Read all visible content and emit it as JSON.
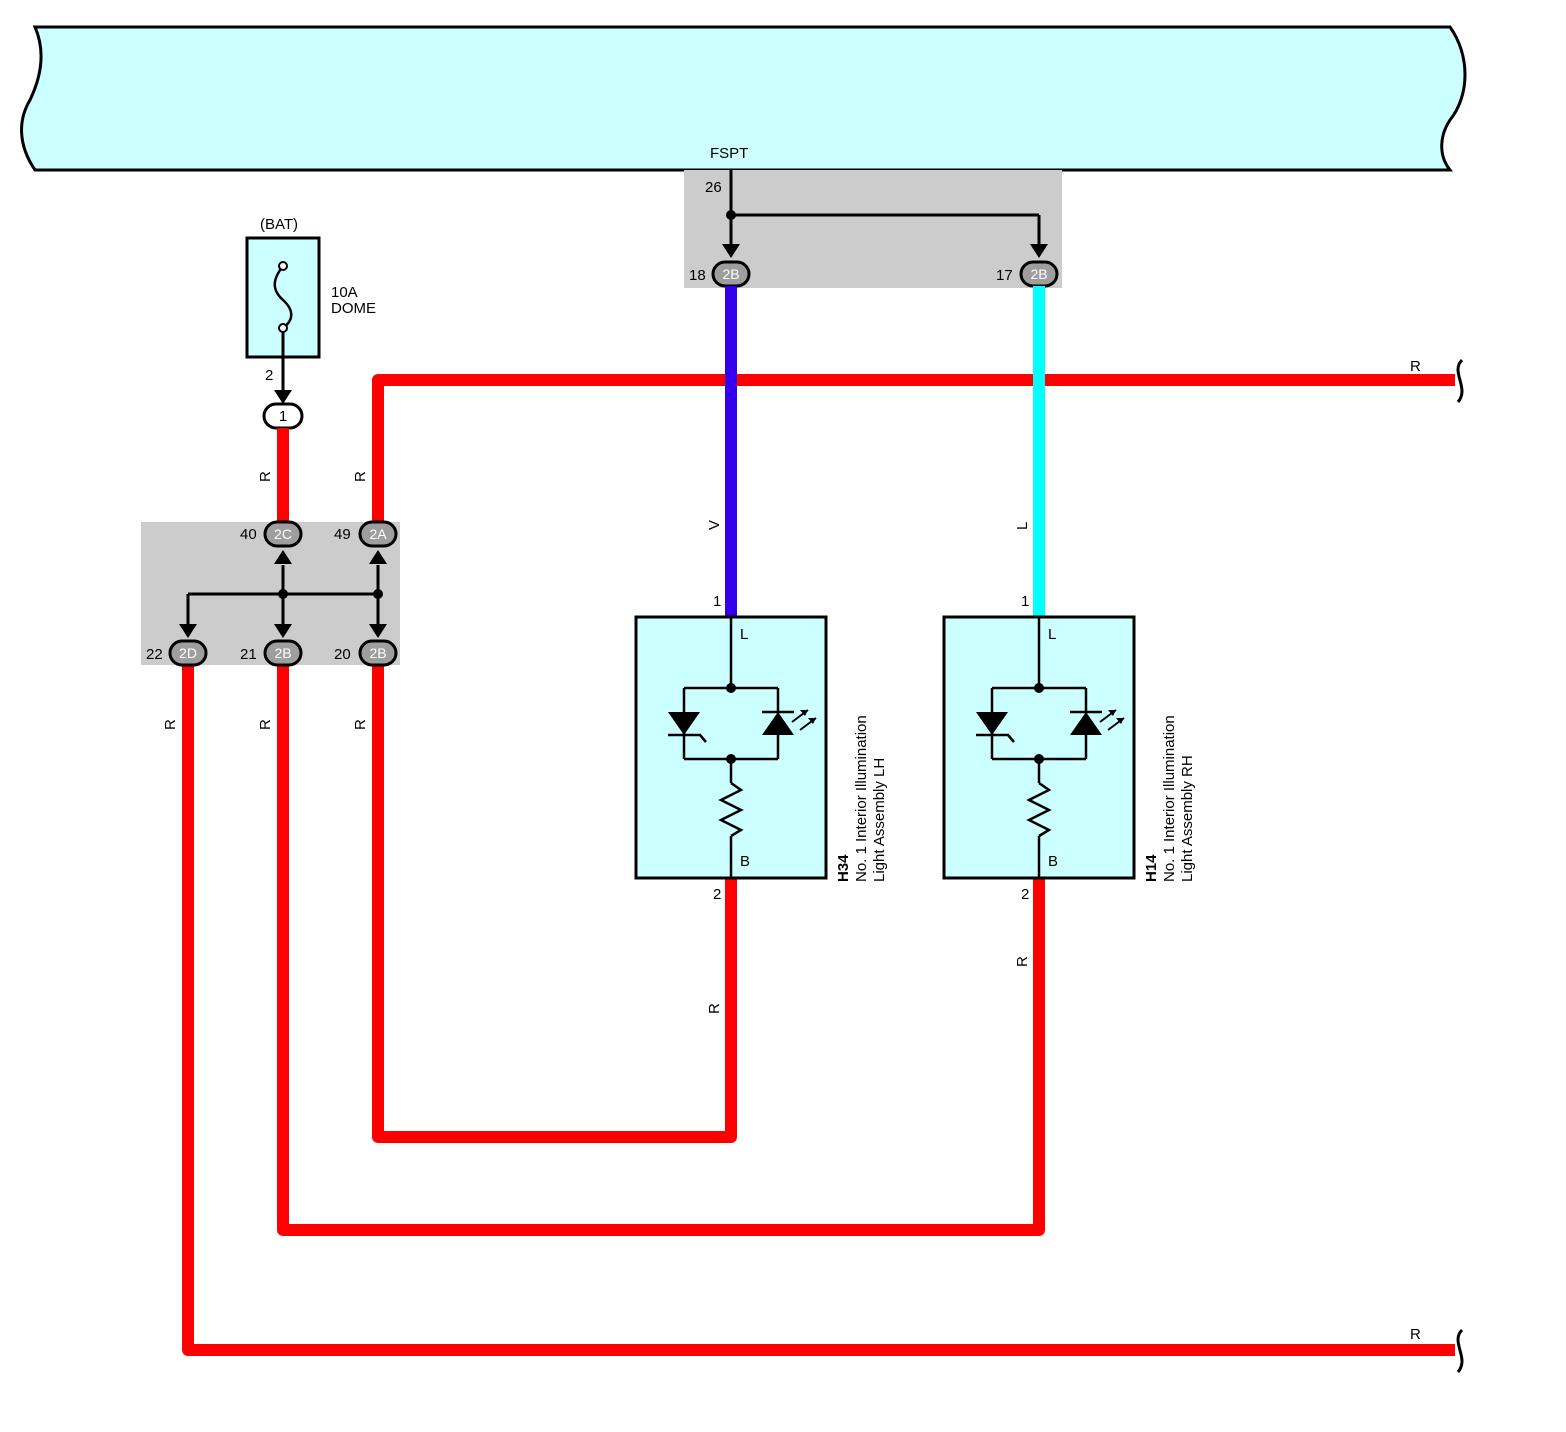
{
  "colors": {
    "red": "#ff0000",
    "violet": "#3300ee",
    "light_blue": "#00ffff",
    "component_fill": "#ccffff",
    "junction_fill": "#cccccc",
    "outline": "#000000",
    "connector_fill": "#9e9e9e"
  },
  "top_unit": {
    "splice_label": "FSPT",
    "pin": "26"
  },
  "fuse": {
    "supply": "(BAT)",
    "rating": "10A",
    "name": "DOME",
    "pin": "2",
    "connector": "1"
  },
  "top_junction": {
    "left": {
      "pin": "18",
      "connector": "2B"
    },
    "right": {
      "pin": "17",
      "connector": "2B"
    }
  },
  "left_junction": {
    "top_left": {
      "pin": "40",
      "connector": "2C"
    },
    "top_right": {
      "pin": "49",
      "connector": "2A"
    },
    "bottom_1": {
      "pin": "22",
      "connector": "2D"
    },
    "bottom_2": {
      "pin": "21",
      "connector": "2B"
    },
    "bottom_3": {
      "pin": "20",
      "connector": "2B"
    }
  },
  "components": [
    {
      "code": "H34",
      "name_line1": "No. 1 Interior Illumination",
      "name_line2": "Light Assembly LH",
      "pin_top": "1",
      "pin_bottom": "2",
      "term_top": "L",
      "term_bottom": "B"
    },
    {
      "code": "H14",
      "name_line1": "No. 1 Interior Illumination",
      "name_line2": "Light Assembly RH",
      "pin_top": "1",
      "pin_bottom": "2",
      "term_top": "L",
      "term_bottom": "B"
    }
  ],
  "wire_colors": {
    "red": "R",
    "violet": "V",
    "light_blue": "L"
  }
}
